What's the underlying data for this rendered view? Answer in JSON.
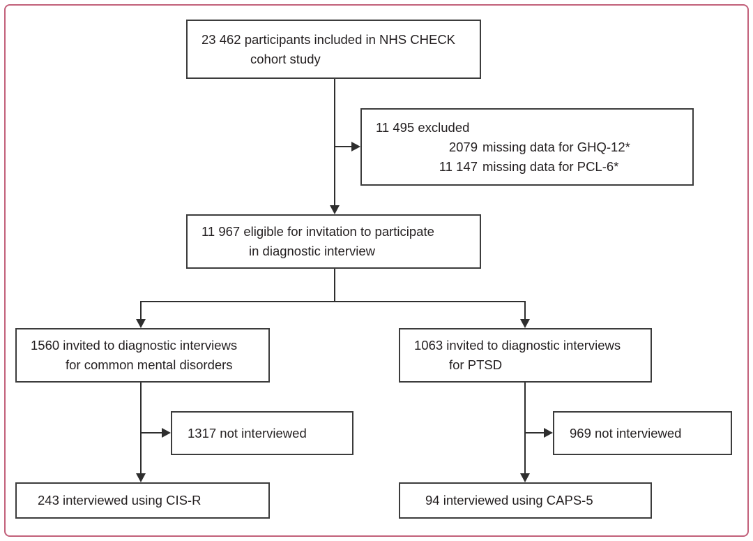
{
  "figure": {
    "frame_color": "#c2607a",
    "line_color": "#2e2e2e",
    "boxes": {
      "cohort": {
        "line1": "23 462 participants included in NHS CHECK",
        "line2": "cohort study"
      },
      "excluded": {
        "title": "11 495 excluded",
        "items": [
          {
            "num": "2079",
            "label": "missing data for GHQ-12*"
          },
          {
            "num": "11 147",
            "label": "missing data for PCL-6*"
          }
        ]
      },
      "eligible": {
        "line1": "11 967 eligible for invitation to participate",
        "line2": "in diagnostic interview"
      },
      "invited_cmd": {
        "line1": "1560 invited to diagnostic interviews",
        "line2": "for common mental disorders"
      },
      "invited_ptsd": {
        "line1": "1063 invited to diagnostic interviews",
        "line2": "for PTSD"
      },
      "not_interviewed_cmd": {
        "line1": "1317 not interviewed"
      },
      "not_interviewed_ptsd": {
        "line1": "969 not interviewed"
      },
      "interviewed_cisr": {
        "line1": "243 interviewed using CIS-R"
      },
      "interviewed_caps5": {
        "line1": "94 interviewed using CAPS-5"
      }
    }
  }
}
